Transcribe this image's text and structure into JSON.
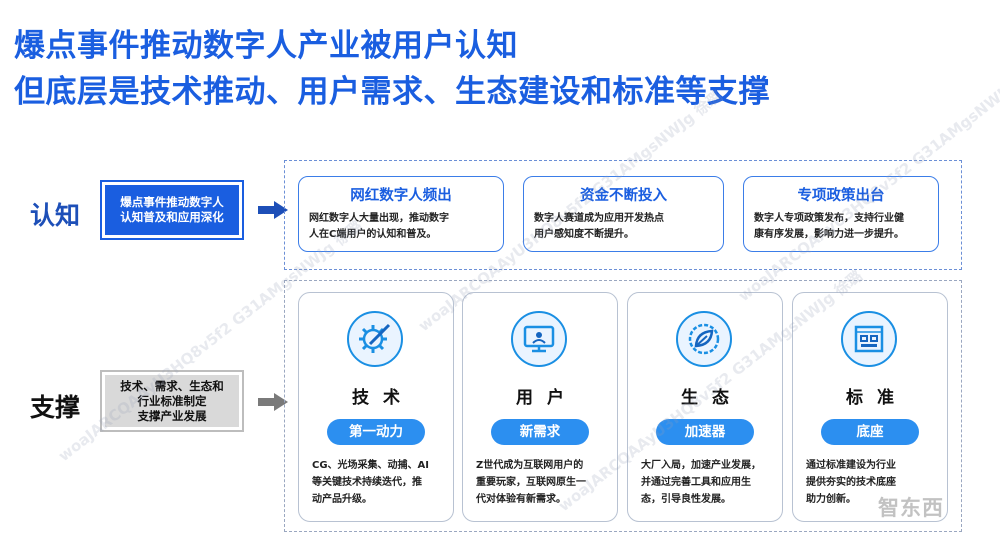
{
  "title": {
    "line1": "爆点事件推动数字人产业被用户认知",
    "line2": "但底层是技术推动、用户需求、生态建设和标准等支撑"
  },
  "cognition": {
    "label": "认知",
    "summary": [
      "爆点事件推动数字人",
      "认知普及和应用深化"
    ],
    "cards": [
      {
        "title": "网红数字人频出",
        "lines": [
          "网红数字人大量出现，推动数字",
          "人在C端用户的认知和普及。"
        ]
      },
      {
        "title": "资金不断投入",
        "lines": [
          "数字人赛道成为应用开发热点",
          "用户感知度不断提升。"
        ]
      },
      {
        "title": "专项政策出台",
        "lines": [
          "数字人专项政策发布，支持行业健",
          "康有序发展，影响力进一步提升。"
        ]
      }
    ]
  },
  "support": {
    "label": "支撑",
    "summary": [
      "技术、需求、生态和",
      "行业标准制定",
      "支撑产业发展"
    ],
    "pillars": [
      {
        "name": "技术",
        "tag": "第一动力",
        "icon": "gear-pencil-icon",
        "lines": [
          "CG、光场采集、动捕、AI",
          "等关键技术持续迭代，推",
          "动产品升级。"
        ]
      },
      {
        "name": "用户",
        "tag": "新需求",
        "icon": "monitor-user-icon",
        "lines": [
          "Z世代成为互联网用户的",
          "重要玩家，互联网原生一",
          "代对体验有新需求。"
        ]
      },
      {
        "name": "生态",
        "tag": "加速器",
        "icon": "leaf-badge-icon",
        "lines": [
          "大厂入局，加速产业发展，",
          "并通过完善工具和应用生",
          "态，引导良性发展。"
        ]
      },
      {
        "name": "标准",
        "tag": "底座",
        "icon": "blueprint-icon",
        "lines": [
          "通过标准建设为行业",
          "提供夯实的技术底座",
          "助力创新。"
        ]
      }
    ]
  },
  "colors": {
    "accent": "#1a5ee0",
    "pill": "#2c8ff0",
    "frame": "#6b8fd6"
  },
  "watermark": "woaJARCQAAyU3HQ8v5f2 G31AMgsNWJg 徐璐",
  "logo": "智东西"
}
